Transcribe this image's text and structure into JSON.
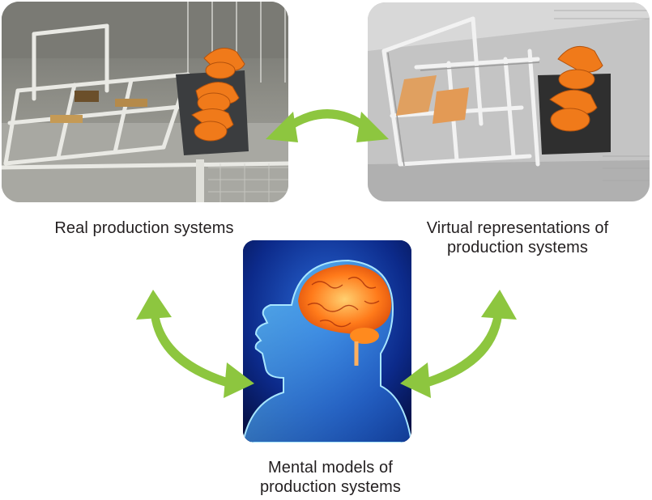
{
  "captions": {
    "real": "Real production systems",
    "virtual_line1": "Virtual representations of",
    "virtual_line2": "production systems",
    "mental_line1": "Mental models of",
    "mental_line2": "production systems"
  },
  "images": {
    "real": "photo of real robotic production cell",
    "virtual": "3D virtual model of robotic production cell",
    "mental": "human head with glowing brain"
  },
  "colors": {
    "arrow": "#8dc63f",
    "robot": "#f07a1a",
    "brain": "#ff8a1e",
    "background": "#ffffff",
    "text": "#231f20"
  }
}
